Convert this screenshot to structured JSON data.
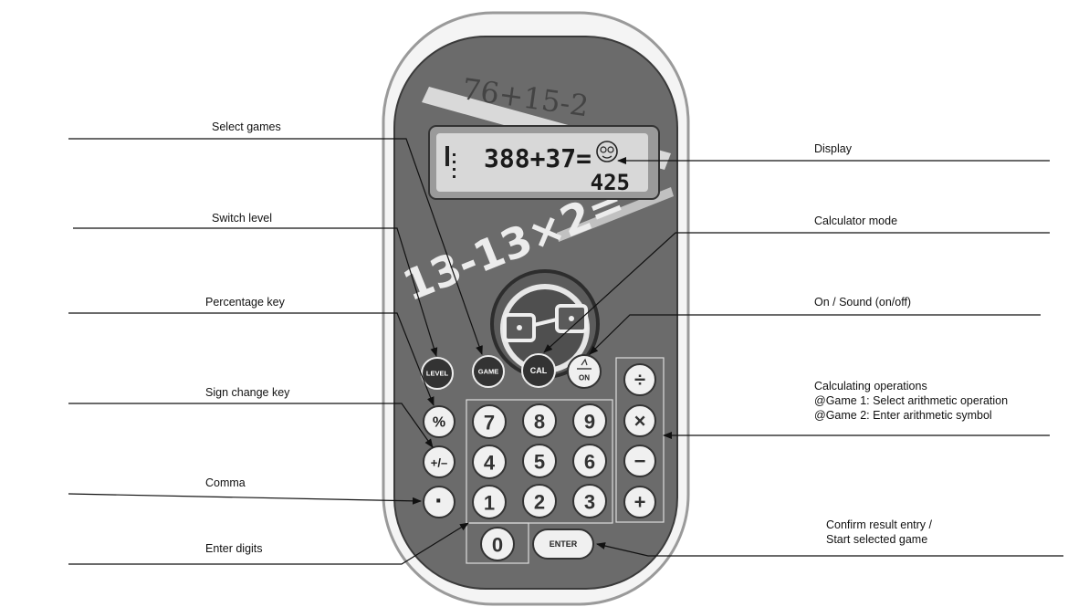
{
  "device": {
    "display": {
      "equation": "388+37=",
      "result": "425"
    },
    "decor_formulas": [
      "76+15-2",
      "13-13×2="
    ],
    "mascot": "mascot-face-icon"
  },
  "keys": {
    "level": "LEVEL",
    "game": "GAME",
    "cal": "CAL",
    "on": "ON",
    "divide": "÷",
    "multiply": "×",
    "minus": "−",
    "plus": "+",
    "percent": "%",
    "sign": "+/–",
    "comma": "·",
    "digits": [
      "7",
      "8",
      "9",
      "4",
      "5",
      "6",
      "1",
      "2",
      "3",
      "0"
    ],
    "enter": "ENTER"
  },
  "labels": {
    "select_games": "Select games",
    "switch_level": "Switch level",
    "percentage_key": "Percentage key",
    "sign_change_key": "Sign change key",
    "comma": "Comma",
    "enter_digits": "Enter digits",
    "display": "Display",
    "calculator_mode": "Calculator mode",
    "on_sound": "On / Sound (on/off)",
    "calc_ops": [
      "Calculating operations",
      "@Game 1: Select arithmetic operation",
      "@Game 2: Enter arithmetic symbol"
    ],
    "confirm": [
      "Confirm result entry /",
      "Start selected game"
    ]
  }
}
